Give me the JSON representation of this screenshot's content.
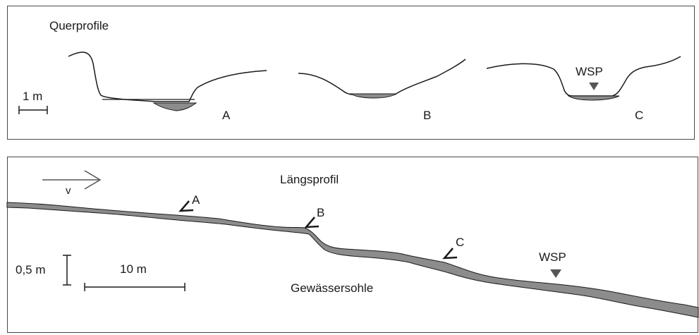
{
  "cross_section": {
    "title": "Querprofile",
    "scale_label": "1 m",
    "profiles": [
      {
        "label": "A"
      },
      {
        "label": "B"
      },
      {
        "label": "C"
      }
    ],
    "water_level_label": "WSP"
  },
  "long_section": {
    "title": "Längsprofil",
    "flow_label": "v",
    "vertical_scale_label": "0,5 m",
    "horizontal_scale_label": "10 m",
    "bed_label": "Gewässersohle",
    "water_level_label": "WSP",
    "markers": [
      {
        "label": "A"
      },
      {
        "label": "B"
      },
      {
        "label": "C"
      }
    ]
  },
  "colors": {
    "line": "#1a1a1a",
    "water_fill": "#8c8c8c",
    "frame": "#4a4a4a"
  }
}
